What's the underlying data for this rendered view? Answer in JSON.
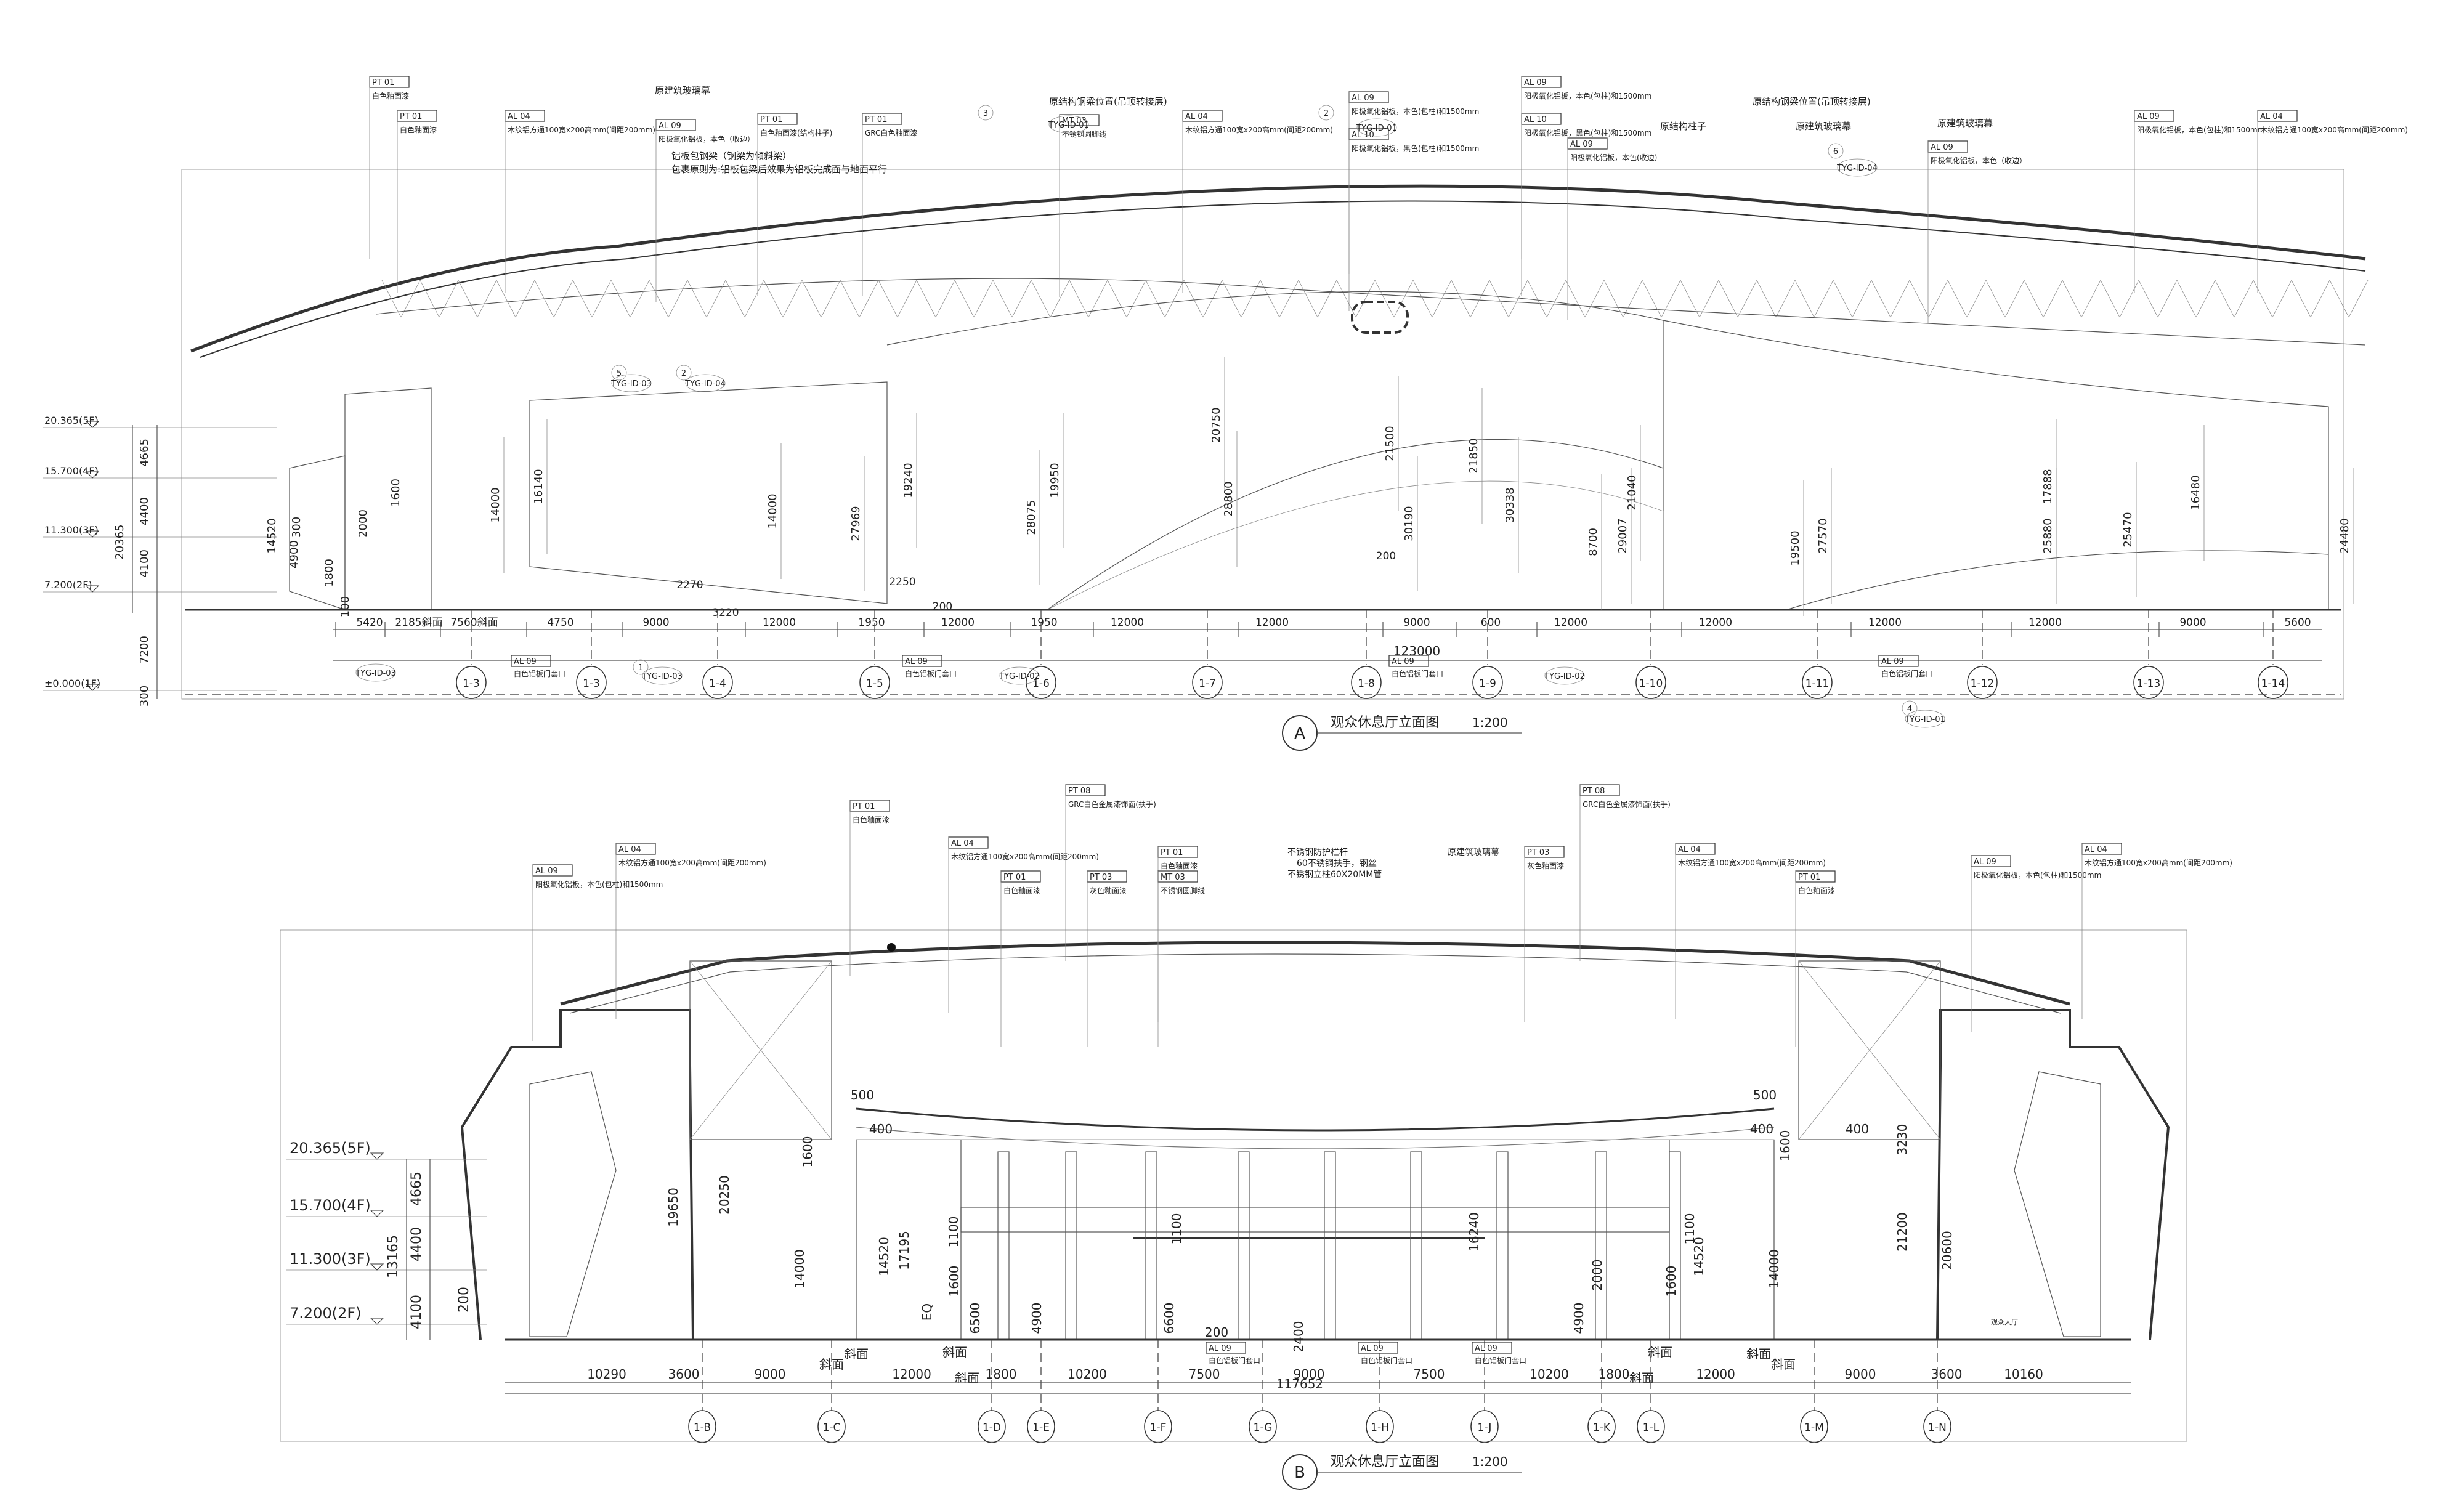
{
  "drawing_a": {
    "tag": "A",
    "title": "观众休息厅立面图",
    "scale": "1:200",
    "levels": [
      {
        "label": "20.365(5F)",
        "key": "5f"
      },
      {
        "label": "15.700(4F)",
        "key": "4f"
      },
      {
        "label": "11.300(3F)",
        "key": "3f"
      },
      {
        "label": "7.200(2F)",
        "key": "2f"
      },
      {
        "label": "±0.000(1F)",
        "key": "1f"
      }
    ],
    "left_dims": [
      "4665",
      "4400",
      "4100",
      "7200",
      "300",
      "20365",
      "14520",
      "4900",
      "300",
      "1800",
      "2000",
      "1600",
      "100"
    ],
    "bottom_dims": [
      "5420",
      "2185斜面",
      "7560斜面",
      "4750",
      "9000",
      "12000",
      "1950",
      "12000",
      "1950",
      "12000",
      "12000",
      "9000",
      "600",
      "12000",
      "12000",
      "12000",
      "12000",
      "9000",
      "5600"
    ],
    "total_dim": "123000",
    "extra_dims": [
      "3220",
      "200",
      "200",
      "2250",
      "2270"
    ],
    "grids": [
      "1-3",
      "1-3",
      "1-4",
      "1-5",
      "1-6",
      "1-7",
      "1-8",
      "1-9",
      "1-10",
      "1-11",
      "1-12",
      "1-13",
      "1-14"
    ],
    "vertical_dims": [
      "14000",
      "16140",
      "14000",
      "27969",
      "19240",
      "28075",
      "19950",
      "20750",
      "28800",
      "21500",
      "30190",
      "21850",
      "30338",
      "29007",
      "21040",
      "8700",
      "19500",
      "27570",
      "25880",
      "17888",
      "25470",
      "16480",
      "24480"
    ],
    "callouts": [
      {
        "code": "PT 01",
        "text": "白色釉面漆"
      },
      {
        "code": "PT 01",
        "text": "白色釉面漆"
      },
      {
        "code": "AL 04",
        "text": "木纹铝方通100宽x200高mm(间距200mm)"
      },
      {
        "code": "AL 09",
        "text": "阳极氧化铝板，本色（收边）"
      },
      {
        "code": "PT 01",
        "text": "白色釉面漆(结构柱子)"
      },
      {
        "code": "PT 01",
        "text": "GRC白色釉面漆"
      },
      {
        "code": "MT 03",
        "text": "不锈钢圆脚线"
      },
      {
        "code": "AL 04",
        "text": "木纹铝方通100宽x200高mm(间距200mm)"
      },
      {
        "code": "AL 09",
        "text": "阳极氧化铝板，本色(包柱)和1500mm"
      },
      {
        "code": "AL 10",
        "text": "阳极氧化铝板，黑色(包柱)和1500mm"
      },
      {
        "code": "AL 09",
        "text": "阳极氧化铝板，本色(包柱)和1500mm"
      },
      {
        "code": "AL 10",
        "text": "阳极氧化铝板，黑色(包柱)和1500mm"
      },
      {
        "code": "AL 09",
        "text": "阳极氧化铝板，本色(收边)"
      },
      {
        "code": "AL 09",
        "text": "阳极氧化铝板，本色（收边）"
      },
      {
        "code": "AL 09",
        "text": "阳极氧化铝板，本色(包柱)和1500mm"
      },
      {
        "code": "AL 04",
        "text": "木纹铝方通100宽x200高mm(间距200mm)"
      }
    ],
    "notes": [
      "原建筑玻璃幕",
      "铝板包钢梁（钢梁为倾斜梁）",
      "包裹原则为:铝板包梁后效果为铝板完成面与地面平行",
      "原结构钢梁位置(吊顶转接层)",
      "原结构柱子",
      "原结构钢梁位置(吊顶转接层)",
      "原建筑玻璃幕",
      "原建筑玻璃幕"
    ],
    "bottom_callouts": [
      {
        "code": "AL 09",
        "text": "白色铝板门套口"
      },
      {
        "code": "AL 09",
        "text": "白色铝板门套口"
      },
      {
        "code": "AL 09",
        "text": "白色铝板门套口"
      },
      {
        "code": "AL 09",
        "text": "白色铝板门套口"
      }
    ],
    "detail_refs": [
      "TYG-ID-03",
      "TYG-ID-03",
      "TYG-ID-04",
      "TYG-ID-01",
      "TYG-ID-01",
      "TYG-ID-02",
      "TYG-ID-02",
      "TYG-ID-04",
      "TYG-ID-03",
      "TYG-ID-01"
    ],
    "ref_numbers": [
      "3",
      "2",
      "5",
      "2",
      "1",
      "4",
      "6"
    ]
  },
  "drawing_b": {
    "tag": "B",
    "title": "观众休息厅立面图",
    "scale": "1:200",
    "levels": [
      {
        "label": "20.365(5F)",
        "key": "5f"
      },
      {
        "label": "15.700(4F)",
        "key": "4f"
      },
      {
        "label": "11.300(3F)",
        "key": "3f"
      },
      {
        "label": "7.200(2F)",
        "key": "2f"
      }
    ],
    "left_dims": [
      "4665",
      "4400",
      "4100",
      "13165",
      "200"
    ],
    "bottom_dims": [
      "10290",
      "3600",
      "9000",
      "12000",
      "1800",
      "10200",
      "7500",
      "9000",
      "7500",
      "10200",
      "1800",
      "12000",
      "9000",
      "3600",
      "10160"
    ],
    "total_dim": "117652",
    "grids": [
      "1-B",
      "1-C",
      "1-D",
      "1-E",
      "1-F",
      "1-G",
      "1-H",
      "1-J",
      "1-K",
      "1-L",
      "1-M",
      "1-N"
    ],
    "inner_dims": [
      "500",
      "1600",
      "19650",
      "20250",
      "14000",
      "14520",
      "17195",
      "1100",
      "1600",
      "6500",
      "EQ",
      "4900",
      "6600",
      "1100",
      "2400",
      "200",
      "16240",
      "4900",
      "2000",
      "1100",
      "1600",
      "14520",
      "14000",
      "1600",
      "21200",
      "20600",
      "3230",
      "500",
      "400",
      "400",
      "400"
    ],
    "slope_labels": [
      "斜面",
      "斜面",
      "斜面",
      "斜面",
      "斜面",
      "斜面",
      "斜面",
      "斜面"
    ],
    "callouts": [
      {
        "code": "AL 09",
        "text": "阳极氧化铝板，本色(包柱)和1500mm"
      },
      {
        "code": "AL 04",
        "text": "木纹铝方通100宽x200高mm(间距200mm)"
      },
      {
        "code": "PT 01",
        "text": "白色釉面漆"
      },
      {
        "code": "AL 04",
        "text": "木纹铝方通100宽x200高mm(间距200mm)"
      },
      {
        "code": "PT 01",
        "text": "白色釉面漆"
      },
      {
        "code": "PT 08",
        "text": "GRC白色金属漆饰面(扶手)"
      },
      {
        "code": "PT 03",
        "text": "灰色釉面漆"
      },
      {
        "code": "PT 01",
        "text": "白色釉面漆"
      },
      {
        "code": "MT 03",
        "text": "不锈钢圆脚线"
      },
      {
        "code": "PT 03",
        "text": "灰色釉面漆"
      },
      {
        "code": "PT 08",
        "text": "GRC白色金属漆饰面(扶手)"
      },
      {
        "code": "AL 04",
        "text": "木纹铝方通100宽x200高mm(间距200mm)"
      },
      {
        "code": "PT 01",
        "text": "白色釉面漆"
      },
      {
        "code": "AL 09",
        "text": "阳极氧化铝板，本色(包柱)和1500mm"
      },
      {
        "code": "AL 04",
        "text": "木纹铝方通100宽x200高mm(间距200mm)"
      }
    ],
    "notes": [
      "不锈钢防护栏杆",
      "60不锈钢扶手，钢丝",
      "不锈钢立柱60X20MM管",
      "原建筑玻璃幕"
    ],
    "bottom_callouts": [
      {
        "code": "AL 09",
        "text": "白色铝板门套口"
      },
      {
        "code": "AL 09",
        "text": "白色铝板门套口"
      },
      {
        "code": "AL 09",
        "text": "白色铝板门套口"
      }
    ],
    "small_label": "观众大厅"
  },
  "colors": {
    "line": "#333333",
    "text": "#222222",
    "background": "#ffffff"
  }
}
